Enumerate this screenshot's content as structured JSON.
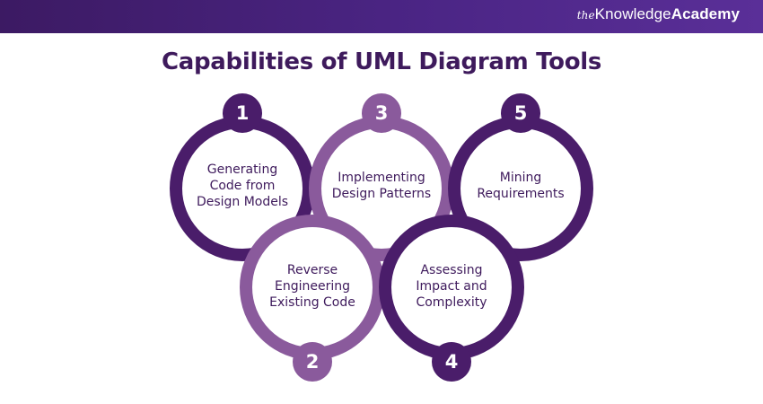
{
  "brand": {
    "prefix": "the",
    "name": "Knowledge",
    "suffix": "Academy"
  },
  "title": "Capabilities of UML Diagram Tools",
  "colors": {
    "dark": "#4a1d6a",
    "light": "#8a5a9c",
    "text": "#3e1a5c",
    "header": "#4b2585"
  },
  "items": [
    {
      "number": "1",
      "label": "Generating\nCode from\nDesign Models",
      "tone": "dark"
    },
    {
      "number": "2",
      "label": "Reverse\nEngineering\nExisting Code",
      "tone": "light"
    },
    {
      "number": "3",
      "label": "Implementing\nDesign Patterns",
      "tone": "light"
    },
    {
      "number": "4",
      "label": "Assessing\nImpact and\nComplexity",
      "tone": "dark"
    },
    {
      "number": "5",
      "label": "Mining\nRequirements",
      "tone": "dark"
    }
  ]
}
